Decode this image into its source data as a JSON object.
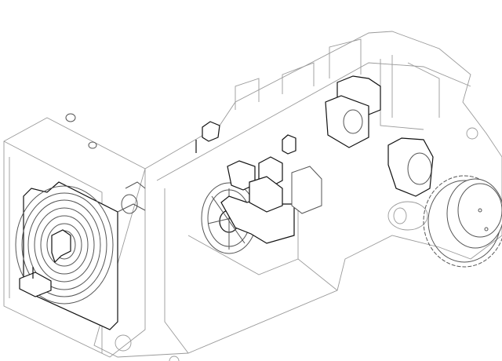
{
  "colors": {
    "background": "#ffffff",
    "frame_line": "#9a9a9a",
    "component_line": "#111111"
  },
  "icons": [
    "radiator",
    "cooling-fan",
    "hydrostatic-pump",
    "drive-motor",
    "sprocket",
    "control-valve"
  ]
}
